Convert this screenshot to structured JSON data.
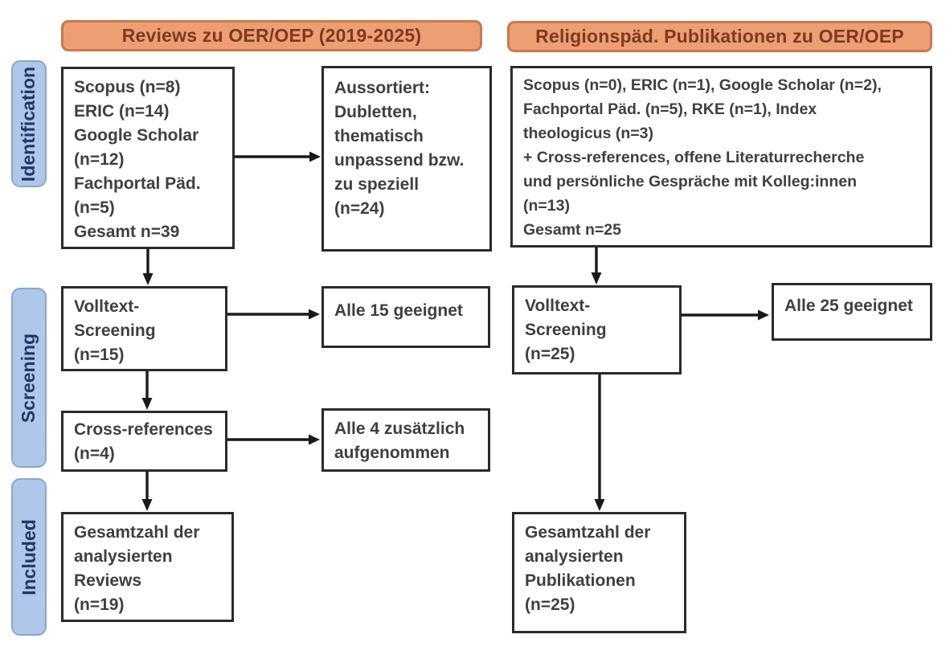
{
  "figure_type": "PRISMA-style literature review flow diagram",
  "stage_labels": {
    "identification": "Identification",
    "screening": "Screening",
    "included": "Included"
  },
  "columns": {
    "left": {
      "header": "Reviews zu OER/OEP (2019-2025)",
      "identification_box": "Scopus (n=8)\nERIC (n=14)\nGoogle Scholar\n(n=12)\nFachportal Päd.\n(n=5)\nGesamt n=39",
      "excluded_box": "Aussortiert:\nDubletten,\nthematisch\nunpassend bzw.\nzu speziell\n(n=24)",
      "fulltext_box": "Volltext-\nScreening\n(n=15)",
      "eligible_box": "Alle 15 geeignet",
      "crossref_box": "Cross-references\n(n=4)",
      "added_box": "Alle 4 zusätzlich\naufgenommen",
      "included_box": "Gesamtzahl der\nanalysierten\nReviews\n(n=19)"
    },
    "right": {
      "header": "Religionspäd. Publikationen zu OER/OEP",
      "identification_box": "Scopus (n=0), ERIC (n=1), Google Scholar (n=2),\nFachportal Päd. (n=5), RKE (n=1), Index\ntheologicus (n=3)\n+ Cross-references, offene Literaturrecherche\nund persönliche Gespräche mit Kolleg:innen\n(n=13)\nGesamt n=25",
      "fulltext_box": "Volltext-\nScreening\n(n=25)",
      "eligible_box": "Alle 25 geeignet",
      "included_box": "Gesamtzahl der\nanalysierten\nPublikationen\n(n=25)"
    }
  },
  "colors": {
    "header_fill": "#ED9E72",
    "header_border": "#C9794D",
    "header_text": "#7C3A21",
    "stage_fill": "#AFC7E8",
    "stage_border": "#8CA6CC",
    "stage_text": "#1F3864",
    "box_border": "#2B2B2B",
    "box_text": "#3F3F3F",
    "arrow": "#1A1A1A",
    "background": "#FFFFFF"
  }
}
